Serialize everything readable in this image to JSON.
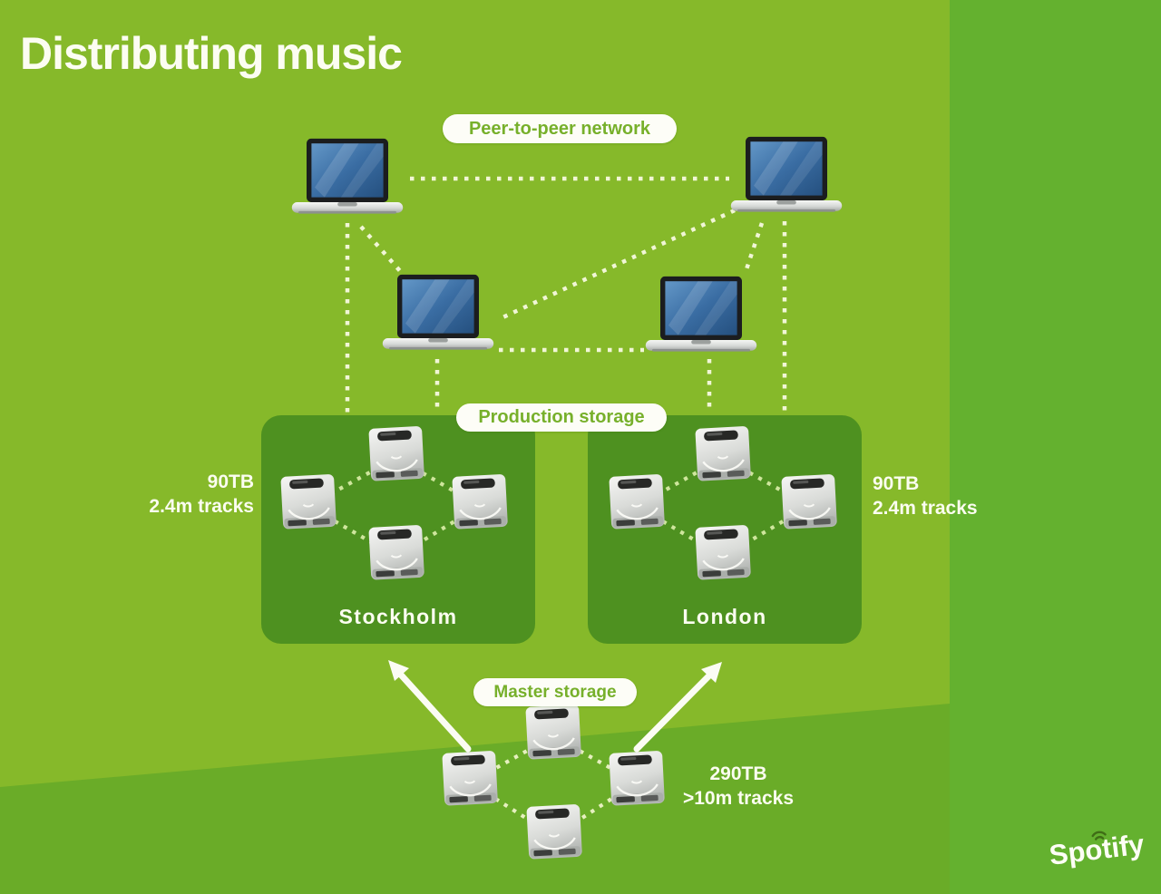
{
  "title": "Distributing music",
  "network": {
    "label": "Peer-to-peer network"
  },
  "production": {
    "label": "Production storage",
    "sites": [
      {
        "name": "Stockholm",
        "capacity": "90TB",
        "tracks": "2.4m tracks"
      },
      {
        "name": "London",
        "capacity": "90TB",
        "tracks": "2.4m tracks"
      }
    ]
  },
  "master": {
    "label": "Master storage",
    "capacity": "290TB",
    "tracks": ">10m tracks"
  },
  "brand": "Spotify",
  "colors": {
    "background": "#86b92a",
    "background_right_band": "#64b12f",
    "background_bottom_wedge": "#6aac28",
    "storage_panel": "#4e9120",
    "pill_background": "#fdfdf7",
    "pill_text": "#77b02b",
    "text_white": "#fbfdf0",
    "network_dots": "#f1f6d6",
    "panel_dots": "#cfe69d",
    "master_dots": "#e6f0bf",
    "laptop_screen_blue": "#3a6da3"
  }
}
